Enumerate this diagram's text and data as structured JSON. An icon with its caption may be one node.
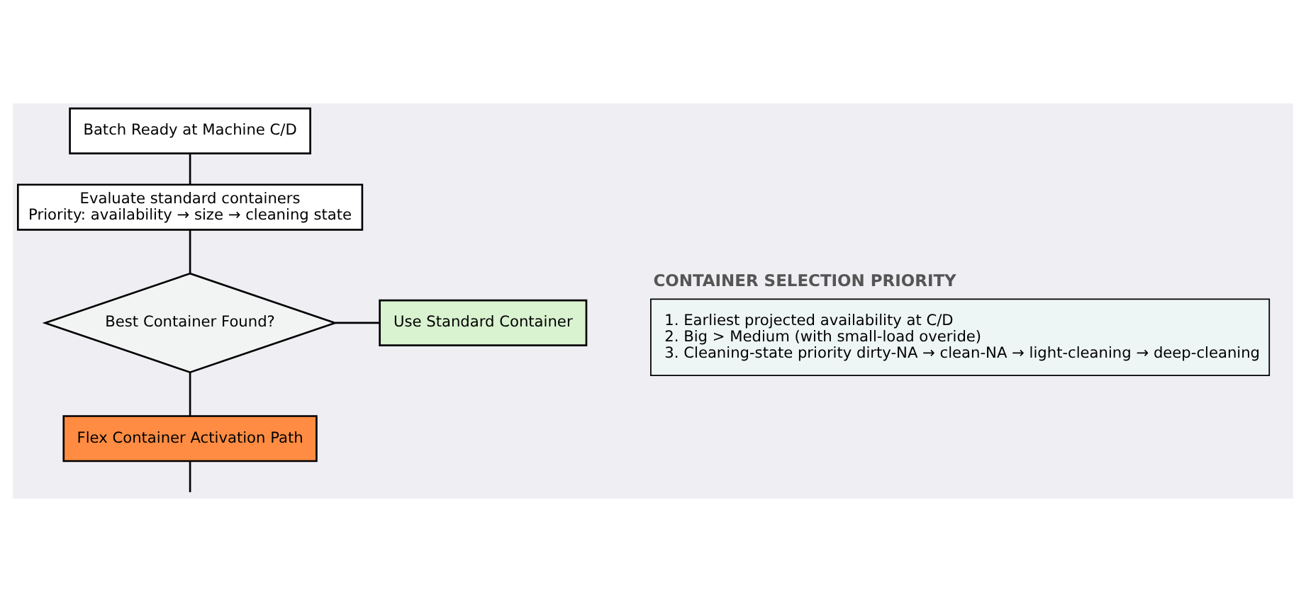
{
  "diagram": {
    "nodes": [
      {
        "text": [
          "Batch Ready at Machine C/D"
        ]
      },
      {
        "text": [
          "Evaluate standard containers",
          "Priority: availability → size → cleaning state"
        ]
      },
      {
        "text": [
          "Best Container Found?"
        ]
      },
      {
        "text": [
          "Use Standard Container"
        ]
      },
      {
        "text": [
          "Flex Container Activation Path"
        ]
      },
      {
        "text": [
          "CONTAINER SELECTION PRIORITY",
          "1. Earliest projected availability at C/D",
          "2. Big > Medium (with small-load overide)",
          "3. Cleaning-state priority dirty-NA → clean-NA → light-cleaning → deep-cleaning"
        ]
      }
    ],
    "edges": [
      {
        "from": 0,
        "to": 1,
        "arrow": "none"
      },
      {
        "from": 1,
        "to": 2,
        "arrow": "none"
      },
      {
        "from": 2,
        "to": 3,
        "arrow": "none"
      },
      {
        "from": 2,
        "to": 4,
        "arrow": "none"
      },
      {
        "from": 4,
        "to": null,
        "arrow": "none"
      }
    ]
  }
}
